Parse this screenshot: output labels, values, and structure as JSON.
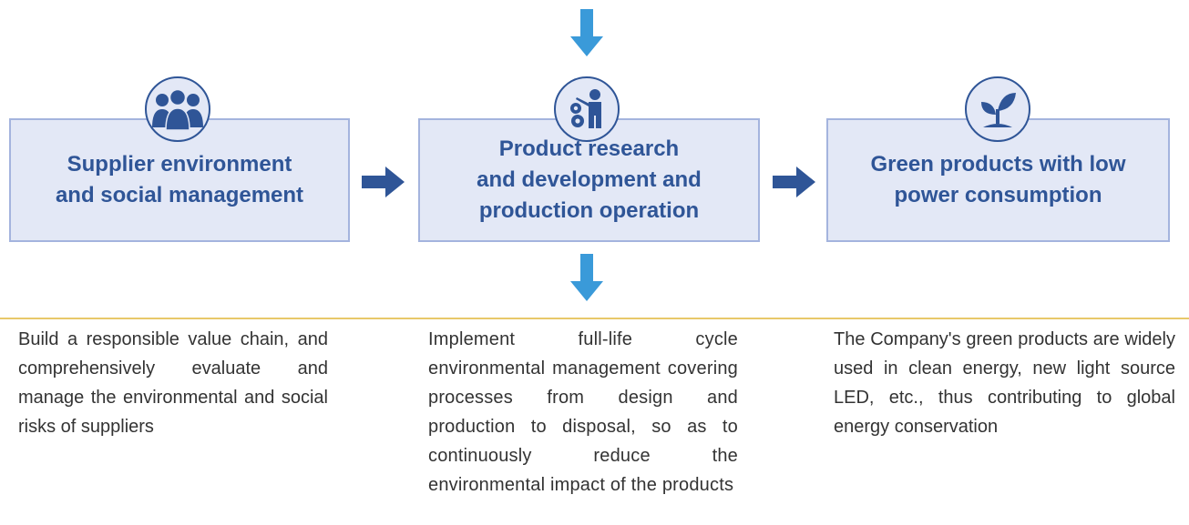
{
  "nodes": [
    {
      "id": "supplier",
      "title_line1": "Supplier environment",
      "title_line2": "and social management",
      "icon": "people-group-icon"
    },
    {
      "id": "product",
      "title_line1": "Product research",
      "title_line2": "and development and",
      "title_line3": "production operation",
      "icon": "presenter-gears-icon"
    },
    {
      "id": "green",
      "title_line1": "Green products with low",
      "title_line2": "power consumption",
      "icon": "sprout-icon"
    }
  ],
  "descriptions": [
    "Build a responsible value chain, and comprehensively evaluate and manage the environmental and social risks of suppliers",
    "Implement full-life cycle environmental management covering processes from design and production to disposal, so as to continuously reduce the environmental impact of the products",
    "The Company's green products are widely used in clean energy, new light source LED, etc., thus contributing to global energy conservation"
  ],
  "colors": {
    "box_fill": "#e3e8f6",
    "box_border": "#a4b4de",
    "title_text": "#2f5597",
    "right_arrow": "#2f5597",
    "down_arrow": "#3a9ad9",
    "divider": "#e8c86a",
    "body_text": "#333333"
  }
}
